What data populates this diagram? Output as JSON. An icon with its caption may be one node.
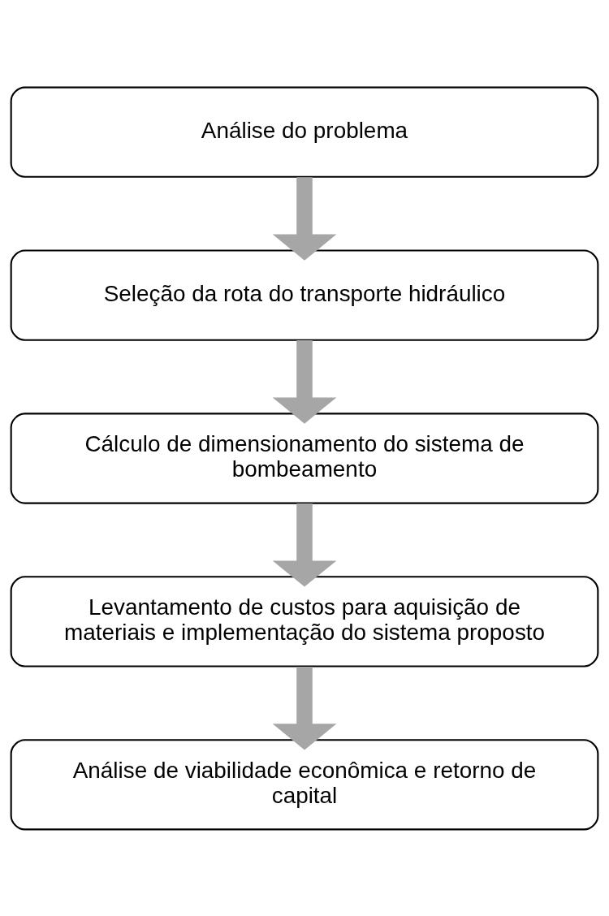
{
  "diagram": {
    "nodes": [
      {
        "text": [
          "Análise do problema"
        ]
      },
      {
        "text": [
          "Seleção da rota do transporte hidráulico"
        ]
      },
      {
        "text": [
          "Cálculo de dimensionamento do sistema de bombeamento"
        ]
      },
      {
        "text": [
          "Levantamento de custos para aquisição de materiais e implementação do sistema proposto"
        ]
      },
      {
        "text": [
          "Análise de viabilidade econômica e retorno de capital"
        ]
      }
    ],
    "edges": [
      {
        "from": 0,
        "to": 1,
        "arrow": "to"
      },
      {
        "from": 1,
        "to": 2,
        "arrow": "to"
      },
      {
        "from": 2,
        "to": 3,
        "arrow": "to"
      },
      {
        "from": 3,
        "to": 4,
        "arrow": "to"
      }
    ]
  }
}
